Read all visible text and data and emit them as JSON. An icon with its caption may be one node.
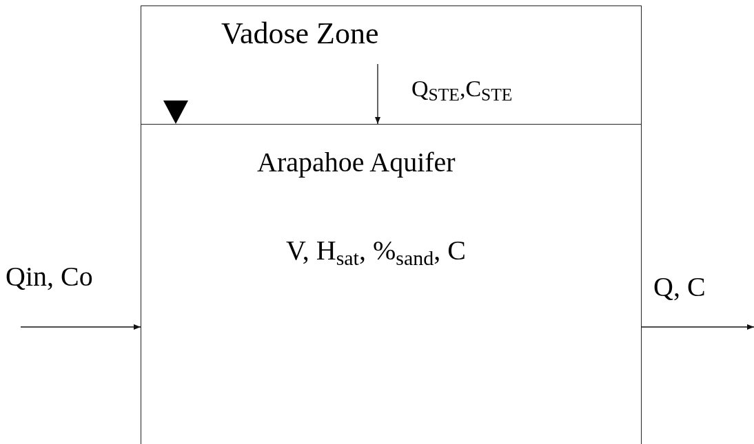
{
  "diagram": {
    "nodes": [
      {
        "text": [
          "Vadose Zone"
        ]
      },
      {
        "text": [
          "Arapahoe Aquifer",
          "V, H$_{sat}$, %$_{sand}$, C"
        ]
      }
    ],
    "edges": [
      {
        "from": null,
        "to": 1,
        "arrow": "to",
        "label": "Qin, Co"
      },
      {
        "from": 1,
        "to": null,
        "arrow": "to",
        "label": "Q, C"
      },
      {
        "from": 0,
        "to": 1,
        "arrow": "to",
        "label": "Q$_{STE}$,C$_{STE}$"
      }
    ]
  }
}
